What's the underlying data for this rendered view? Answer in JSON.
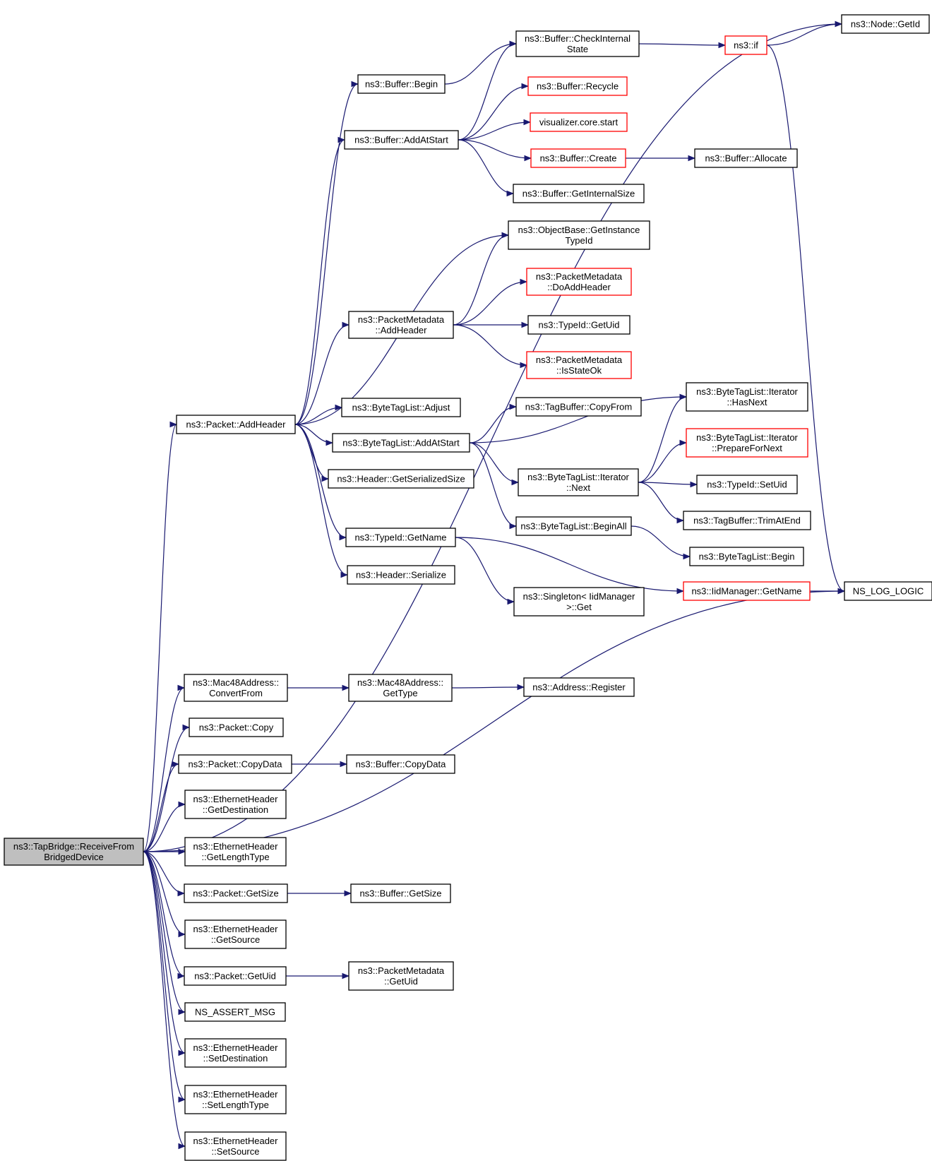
{
  "diagram": {
    "nodes": [
      {
        "id": "root",
        "lines": [
          "ns3::TapBridge::ReceiveFrom",
          "BridgedDevice"
        ],
        "style": "root"
      },
      {
        "id": "addHeader",
        "lines": [
          "ns3::Packet::AddHeader"
        ]
      },
      {
        "id": "nodeGetId",
        "lines": [
          "ns3::Node::GetId"
        ]
      },
      {
        "id": "bufCheck",
        "lines": [
          "ns3::Buffer::CheckInternal",
          "State"
        ]
      },
      {
        "id": "ns3if",
        "lines": [
          "ns3::if"
        ],
        "style": "partial"
      },
      {
        "id": "bufBegin",
        "lines": [
          "ns3::Buffer::Begin"
        ]
      },
      {
        "id": "bufRecycle",
        "lines": [
          "ns3::Buffer::Recycle"
        ],
        "style": "partial"
      },
      {
        "id": "vizStart",
        "lines": [
          "visualizer.core.start"
        ],
        "style": "partial"
      },
      {
        "id": "bufAddAtStart",
        "lines": [
          "ns3::Buffer::AddAtStart"
        ]
      },
      {
        "id": "bufCreate",
        "lines": [
          "ns3::Buffer::Create"
        ],
        "style": "partial"
      },
      {
        "id": "bufAllocate",
        "lines": [
          "ns3::Buffer::Allocate"
        ]
      },
      {
        "id": "bufInternalSize",
        "lines": [
          "ns3::Buffer::GetInternalSize"
        ]
      },
      {
        "id": "objInstance",
        "lines": [
          "ns3::ObjectBase::GetInstance",
          "TypeId"
        ]
      },
      {
        "id": "pmDoAdd",
        "lines": [
          "ns3::PacketMetadata",
          "::DoAddHeader"
        ],
        "style": "partial"
      },
      {
        "id": "pmAddHeader",
        "lines": [
          "ns3::PacketMetadata",
          "::AddHeader"
        ]
      },
      {
        "id": "typeIdGetUid",
        "lines": [
          "ns3::TypeId::GetUid"
        ]
      },
      {
        "id": "pmIsStateOk",
        "lines": [
          "ns3::PacketMetadata",
          "::IsStateOk"
        ],
        "style": "partial"
      },
      {
        "id": "btlAdjust",
        "lines": [
          "ns3::ByteTagList::Adjust"
        ]
      },
      {
        "id": "tagBufCopyFrom",
        "lines": [
          "ns3::TagBuffer::CopyFrom"
        ]
      },
      {
        "id": "btlItHasNext",
        "lines": [
          "ns3::ByteTagList::Iterator",
          "::HasNext"
        ]
      },
      {
        "id": "btlAddAtStart",
        "lines": [
          "ns3::ByteTagList::AddAtStart"
        ]
      },
      {
        "id": "btlItPrepare",
        "lines": [
          "ns3::ByteTagList::Iterator",
          "::PrepareForNext"
        ],
        "style": "partial"
      },
      {
        "id": "hdrSerSize",
        "lines": [
          "ns3::Header::GetSerializedSize"
        ]
      },
      {
        "id": "btlItNext",
        "lines": [
          "ns3::ByteTagList::Iterator",
          "::Next"
        ]
      },
      {
        "id": "typeIdSetUid",
        "lines": [
          "ns3::TypeId::SetUid"
        ]
      },
      {
        "id": "tagBufTrim",
        "lines": [
          "ns3::TagBuffer::TrimAtEnd"
        ]
      },
      {
        "id": "btlBeginAll",
        "lines": [
          "ns3::ByteTagList::BeginAll"
        ]
      },
      {
        "id": "typeIdGetName",
        "lines": [
          "ns3::TypeId::GetName"
        ]
      },
      {
        "id": "btlBegin",
        "lines": [
          "ns3::ByteTagList::Begin"
        ]
      },
      {
        "id": "hdrSerialize",
        "lines": [
          "ns3::Header::Serialize"
        ]
      },
      {
        "id": "singleton",
        "lines": [
          "ns3::Singleton< IidManager",
          ">::Get"
        ]
      },
      {
        "id": "iidGetName",
        "lines": [
          "ns3::IidManager::GetName"
        ],
        "style": "partial"
      },
      {
        "id": "nsLogLogic",
        "lines": [
          "NS_LOG_LOGIC"
        ]
      },
      {
        "id": "macConvert",
        "lines": [
          "ns3::Mac48Address::",
          "ConvertFrom"
        ]
      },
      {
        "id": "macGetType",
        "lines": [
          "ns3::Mac48Address::",
          "GetType"
        ]
      },
      {
        "id": "addrRegister",
        "lines": [
          "ns3::Address::Register"
        ]
      },
      {
        "id": "pktCopy",
        "lines": [
          "ns3::Packet::Copy"
        ]
      },
      {
        "id": "pktCopyData",
        "lines": [
          "ns3::Packet::CopyData"
        ]
      },
      {
        "id": "bufCopyData",
        "lines": [
          "ns3::Buffer::CopyData"
        ]
      },
      {
        "id": "ethGetDest",
        "lines": [
          "ns3::EthernetHeader",
          "::GetDestination"
        ]
      },
      {
        "id": "ethGetLen",
        "lines": [
          "ns3::EthernetHeader",
          "::GetLengthType"
        ]
      },
      {
        "id": "pktGetSize",
        "lines": [
          "ns3::Packet::GetSize"
        ]
      },
      {
        "id": "bufGetSize",
        "lines": [
          "ns3::Buffer::GetSize"
        ]
      },
      {
        "id": "ethGetSrc",
        "lines": [
          "ns3::EthernetHeader",
          "::GetSource"
        ]
      },
      {
        "id": "pktGetUid",
        "lines": [
          "ns3::Packet::GetUid"
        ]
      },
      {
        "id": "pmGetUid",
        "lines": [
          "ns3::PacketMetadata",
          "::GetUid"
        ]
      },
      {
        "id": "nsAssert",
        "lines": [
          "NS_ASSERT_MSG"
        ]
      },
      {
        "id": "ethSetDest",
        "lines": [
          "ns3::EthernetHeader",
          "::SetDestination"
        ]
      },
      {
        "id": "ethSetLen",
        "lines": [
          "ns3::EthernetHeader",
          "::SetLengthType"
        ]
      },
      {
        "id": "ethSetSrc",
        "lines": [
          "ns3::EthernetHeader",
          "::SetSource"
        ]
      }
    ],
    "edges": [
      [
        "root",
        "addHeader"
      ],
      [
        "root",
        "nodeGetId"
      ],
      [
        "root",
        "nsLogLogic"
      ],
      [
        "root",
        "macConvert"
      ],
      [
        "root",
        "pktCopy"
      ],
      [
        "root",
        "pktCopyData"
      ],
      [
        "root",
        "ethGetDest"
      ],
      [
        "root",
        "ethGetLen"
      ],
      [
        "root",
        "pktGetSize"
      ],
      [
        "root",
        "ethGetSrc"
      ],
      [
        "root",
        "pktGetUid"
      ],
      [
        "root",
        "nsAssert"
      ],
      [
        "root",
        "ethSetDest"
      ],
      [
        "root",
        "ethSetLen"
      ],
      [
        "root",
        "ethSetSrc"
      ],
      [
        "addHeader",
        "bufBegin"
      ],
      [
        "addHeader",
        "bufAddAtStart"
      ],
      [
        "addHeader",
        "objInstance"
      ],
      [
        "addHeader",
        "pmAddHeader"
      ],
      [
        "addHeader",
        "btlAdjust"
      ],
      [
        "addHeader",
        "btlAddAtStart"
      ],
      [
        "addHeader",
        "hdrSerSize"
      ],
      [
        "addHeader",
        "typeIdGetName"
      ],
      [
        "addHeader",
        "hdrSerialize"
      ],
      [
        "bufBegin",
        "bufCheck"
      ],
      [
        "bufCheck",
        "ns3if"
      ],
      [
        "ns3if",
        "nodeGetId"
      ],
      [
        "ns3if",
        "nsLogLogic"
      ],
      [
        "bufAddAtStart",
        "bufCheck"
      ],
      [
        "bufAddAtStart",
        "bufRecycle"
      ],
      [
        "bufAddAtStart",
        "vizStart"
      ],
      [
        "bufAddAtStart",
        "bufCreate"
      ],
      [
        "bufAddAtStart",
        "bufInternalSize"
      ],
      [
        "bufCreate",
        "bufAllocate"
      ],
      [
        "pmAddHeader",
        "objInstance"
      ],
      [
        "pmAddHeader",
        "pmDoAdd"
      ],
      [
        "pmAddHeader",
        "typeIdGetUid"
      ],
      [
        "pmAddHeader",
        "pmIsStateOk"
      ],
      [
        "btlAddAtStart",
        "tagBufCopyFrom"
      ],
      [
        "btlAddAtStart",
        "btlItHasNext"
      ],
      [
        "btlAddAtStart",
        "btlItNext"
      ],
      [
        "btlAddAtStart",
        "btlBeginAll"
      ],
      [
        "btlItNext",
        "btlItHasNext"
      ],
      [
        "btlItNext",
        "btlItPrepare"
      ],
      [
        "btlItNext",
        "typeIdSetUid"
      ],
      [
        "btlItNext",
        "tagBufTrim"
      ],
      [
        "btlBeginAll",
        "btlBegin"
      ],
      [
        "typeIdGetName",
        "iidGetName"
      ],
      [
        "typeIdGetName",
        "singleton"
      ],
      [
        "iidGetName",
        "nsLogLogic"
      ],
      [
        "macConvert",
        "macGetType"
      ],
      [
        "macGetType",
        "addrRegister"
      ],
      [
        "pktCopyData",
        "bufCopyData"
      ],
      [
        "pktGetSize",
        "bufGetSize"
      ],
      [
        "pktGetUid",
        "pmGetUid"
      ]
    ]
  }
}
